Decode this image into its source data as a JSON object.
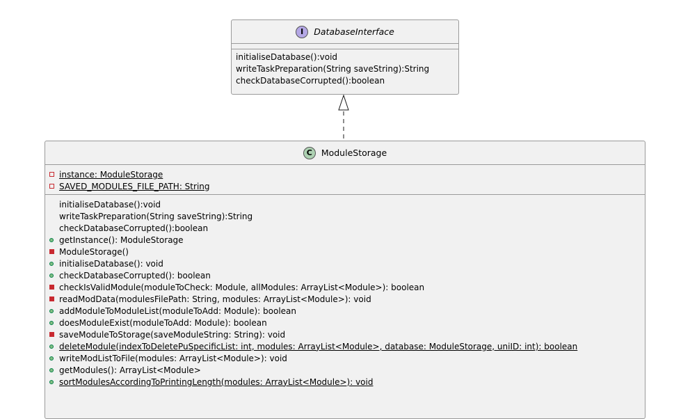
{
  "interface": {
    "stereotype_letter": "I",
    "name": "DatabaseInterface",
    "methods": [
      "initialiseDatabase():void",
      "writeTaskPreparation(String saveString):String",
      "checkDatabaseCorrupted():boolean"
    ]
  },
  "module_storage": {
    "stereotype_letter": "C",
    "name": "ModuleStorage",
    "fields": [
      {
        "text": "instance: ModuleStorage",
        "visibility": "private",
        "static": true
      },
      {
        "text": "SAVED_MODULES_FILE_PATH: String",
        "visibility": "private",
        "static": true
      }
    ],
    "methods": [
      {
        "text": "initialiseDatabase():void",
        "visibility": "none",
        "static": false
      },
      {
        "text": "writeTaskPreparation(String saveString):String",
        "visibility": "none",
        "static": false
      },
      {
        "text": "checkDatabaseCorrupted():boolean",
        "visibility": "none",
        "static": false
      },
      {
        "text": "getInstance(): ModuleStorage",
        "visibility": "public",
        "static": false
      },
      {
        "text": "ModuleStorage()",
        "visibility": "private",
        "static": false
      },
      {
        "text": "initialiseDatabase(): void",
        "visibility": "public",
        "static": false
      },
      {
        "text": "checkDatabaseCorrupted(): boolean",
        "visibility": "public",
        "static": false
      },
      {
        "text": "checkIsValidModule(moduleToCheck: Module, allModules: ArrayList<Module>): boolean",
        "visibility": "private",
        "static": false
      },
      {
        "text": "readModData(modulesFilePath: String, modules: ArrayList<Module>): void",
        "visibility": "private",
        "static": false
      },
      {
        "text": "addModuleToModuleList(moduleToAdd: Module): boolean",
        "visibility": "public",
        "static": false
      },
      {
        "text": "doesModuleExist(moduleToAdd: Module): boolean",
        "visibility": "public",
        "static": false
      },
      {
        "text": "saveModuleToStorage(saveModuleString: String): void",
        "visibility": "private",
        "static": false
      },
      {
        "text": "deleteModule(indexToDeletePuSpecificList: int, modules: ArrayList<Module>, database: ModuleStorage, uniID: int): boolean",
        "visibility": "public",
        "static": true
      },
      {
        "text": "writeModListToFile(modules: ArrayList<Module>): void",
        "visibility": "public",
        "static": false
      },
      {
        "text": "getModules(): ArrayList<Module>",
        "visibility": "public",
        "static": false
      },
      {
        "text": "sortModulesAccordingToPrintingLength(modules: ArrayList<Module>): void",
        "visibility": "public",
        "static": true
      }
    ]
  },
  "colors": {
    "interface_circle": "#b4a7e5",
    "class_circle": "#add1b2",
    "private_red": "#c82930",
    "public_green": "#84be84",
    "box_fill": "#f1f1f1"
  }
}
